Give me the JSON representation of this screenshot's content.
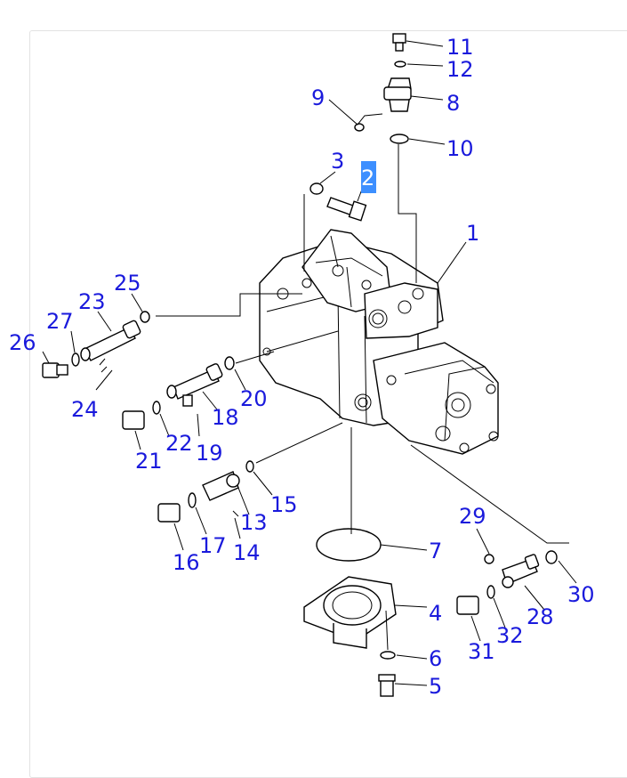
{
  "colors": {
    "callout_text": "#1a1adc",
    "highlight_bg": "#3d8fff",
    "highlight_text": "#ffffff",
    "line_art": "#000000",
    "panel_border": "#e2e2e2"
  },
  "highlighted_callout": "2",
  "callouts": [
    {
      "id": "c1",
      "text": "1"
    },
    {
      "id": "c2",
      "text": "2"
    },
    {
      "id": "c3",
      "text": "3"
    },
    {
      "id": "c4",
      "text": "4"
    },
    {
      "id": "c5",
      "text": "5"
    },
    {
      "id": "c6",
      "text": "6"
    },
    {
      "id": "c7",
      "text": "7"
    },
    {
      "id": "c8",
      "text": "8"
    },
    {
      "id": "c9",
      "text": "9"
    },
    {
      "id": "c10",
      "text": "10"
    },
    {
      "id": "c11",
      "text": "11"
    },
    {
      "id": "c12",
      "text": "12"
    },
    {
      "id": "c13",
      "text": "13"
    },
    {
      "id": "c14",
      "text": "14"
    },
    {
      "id": "c15",
      "text": "15"
    },
    {
      "id": "c16",
      "text": "16"
    },
    {
      "id": "c17",
      "text": "17"
    },
    {
      "id": "c18",
      "text": "18"
    },
    {
      "id": "c19",
      "text": "19"
    },
    {
      "id": "c20",
      "text": "20"
    },
    {
      "id": "c21",
      "text": "21"
    },
    {
      "id": "c22",
      "text": "22"
    },
    {
      "id": "c23",
      "text": "23"
    },
    {
      "id": "c24",
      "text": "24"
    },
    {
      "id": "c25",
      "text": "25"
    },
    {
      "id": "c26",
      "text": "26"
    },
    {
      "id": "c27",
      "text": "27"
    },
    {
      "id": "c28",
      "text": "28"
    },
    {
      "id": "c29",
      "text": "29"
    },
    {
      "id": "c30",
      "text": "30"
    },
    {
      "id": "c31",
      "text": "31"
    },
    {
      "id": "c32",
      "text": "32"
    }
  ]
}
